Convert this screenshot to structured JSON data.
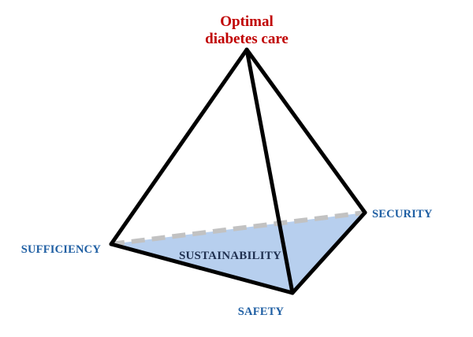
{
  "title": {
    "line1": "Optimal",
    "line2": "diabetes care"
  },
  "labels": {
    "sufficiency": "SUFFICIENCY",
    "security": "SECURITY",
    "safety": "SAFETY",
    "sustainability": "SUSTAINABILITY"
  },
  "colors": {
    "title": "#c00000",
    "vertex_label": "#1f5fa3",
    "center_label": "#1f3050",
    "base_fill": "#b7cfee",
    "hidden_edge": "#c2c2c2",
    "edge": "#000000"
  }
}
